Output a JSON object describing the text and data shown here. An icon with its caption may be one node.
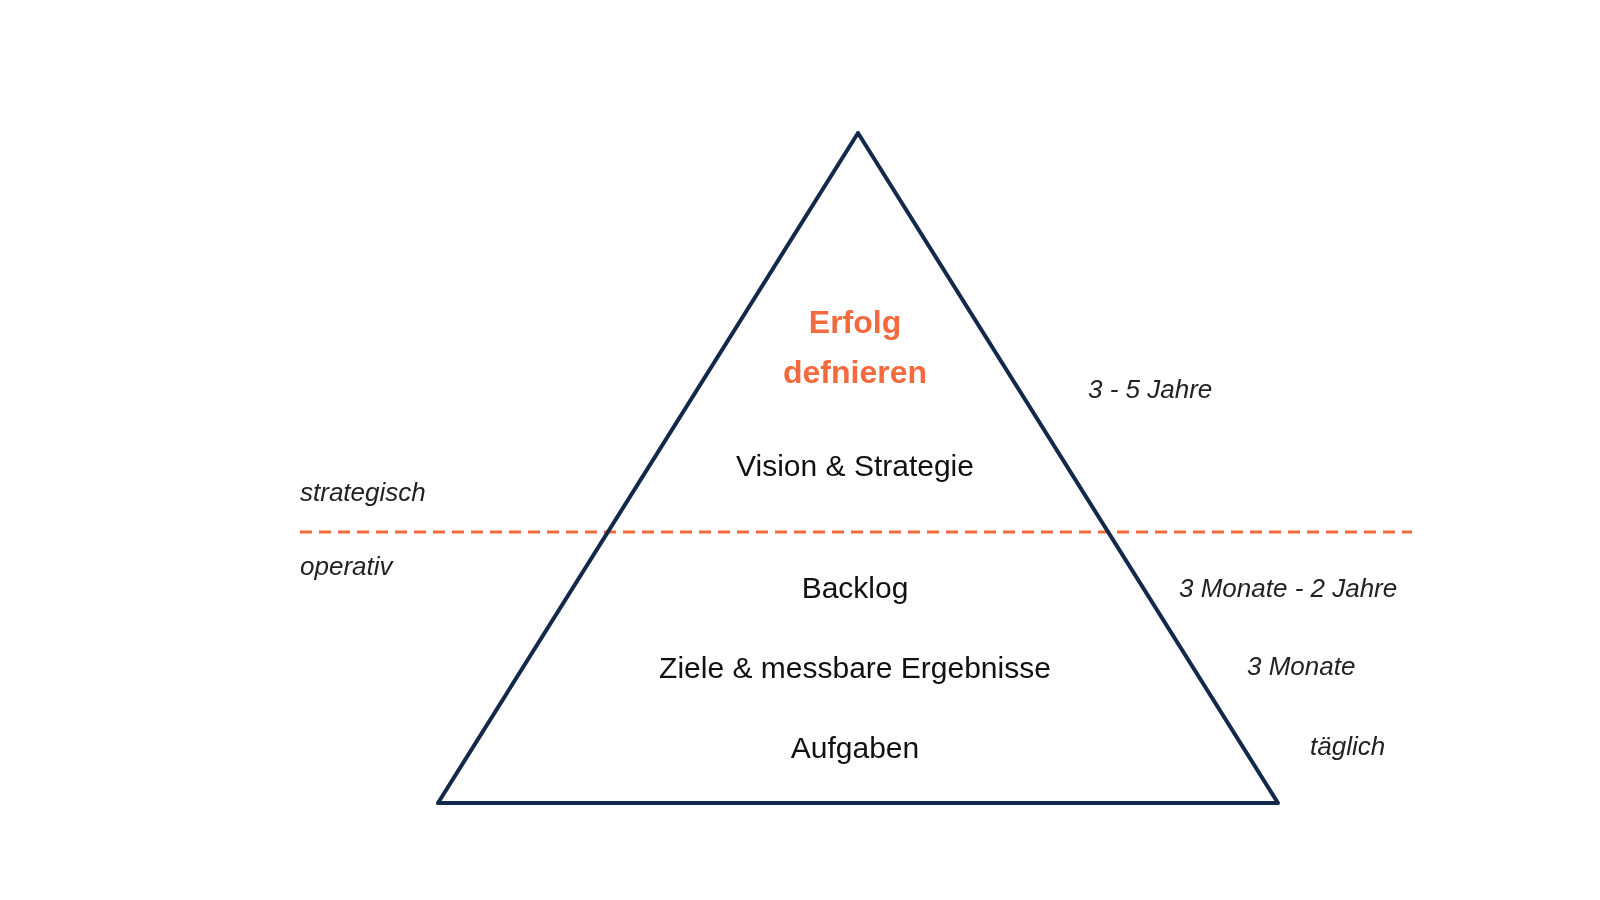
{
  "diagram": {
    "nodes": [
      {
        "text": [
          "Erfolg defnieren",
          "Vision & Strategie",
          "Backlog",
          "Ziele & messbare Ergebnisse",
          "Aufgaben"
        ]
      }
    ],
    "edges": [],
    "labels": [
      "3 - 5 Jahre",
      "strategisch",
      "operativ",
      "3 Monate - 2 Jahre",
      "3 Monate",
      "täglich"
    ]
  }
}
